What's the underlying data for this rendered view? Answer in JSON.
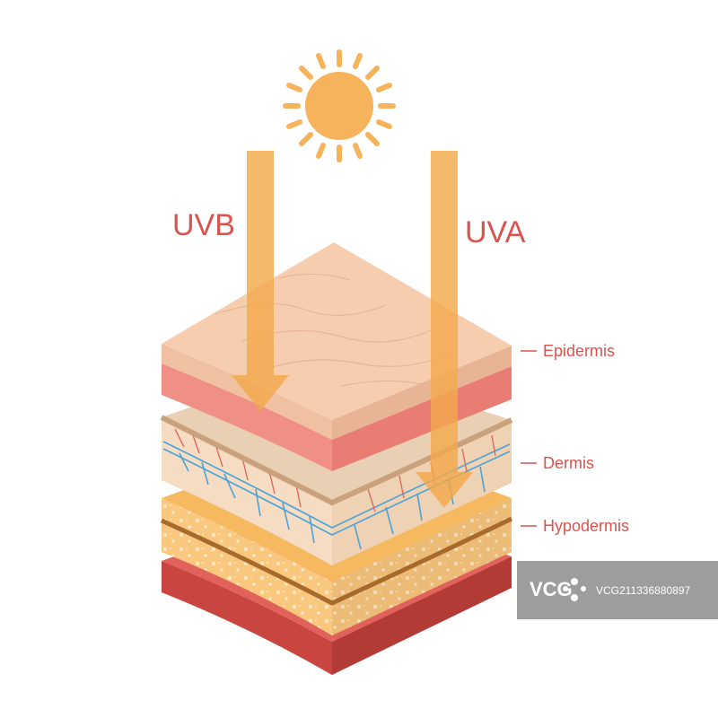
{
  "rays": {
    "uvb": "UVB",
    "uva": "UVA"
  },
  "layers": {
    "epidermis": "Epidermis",
    "dermis": "Dermis",
    "hypodermis": "Hypodermis"
  },
  "watermark": {
    "logo": "VCG",
    "id": "VCG211336880897"
  },
  "colors": {
    "label_red": "#d9534f",
    "sun": "#f7b35b",
    "arrow": "#f3a94c",
    "epidermis_top": "#f7cdb0",
    "dermis_pink": "#f08f86",
    "dermis_beige": "#f5dcc3",
    "hypodermis_fat": "#f9c77e",
    "muscle": "#d9534f",
    "watermark_bg": "#8c8c8c"
  }
}
